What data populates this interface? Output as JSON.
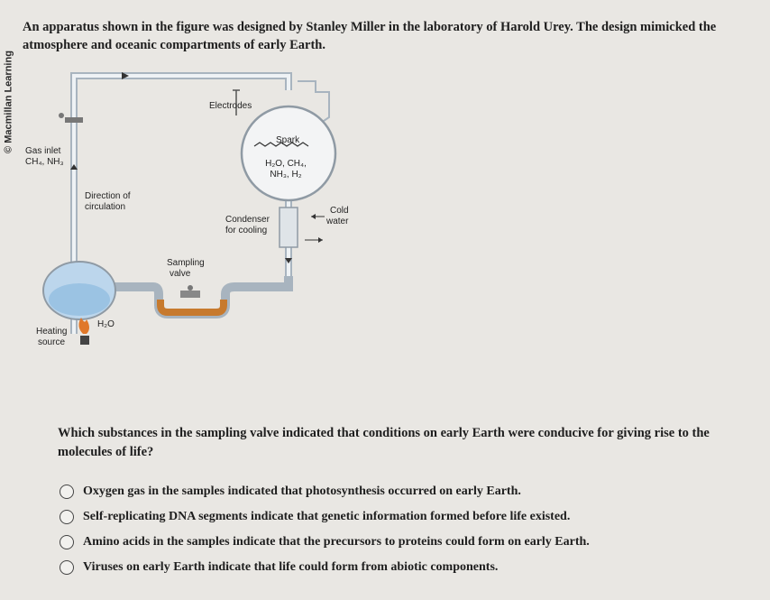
{
  "intro": "An apparatus shown in the figure was designed by Stanley Miller in the laboratory of Harold Urey. The design mimicked the atmosphere and oceanic compartments of early Earth.",
  "copyright": "© Macmillan Learning",
  "figure": {
    "electrodes": "Electrodes",
    "spark": "Spark",
    "gases_line1": "H₂O, CH₄,",
    "gases_line2": "NH₃, H₂",
    "gas_inlet": "Gas inlet",
    "gas_inlet_gases": "CH₄, NH₃",
    "direction_line1": "Direction of",
    "direction_line2": "circulation",
    "condenser_line1": "Condenser",
    "condenser_line2": "for cooling",
    "cold_line1": "Cold",
    "cold_line2": "water",
    "sampling_line1": "Sampling",
    "sampling_line2": "valve",
    "heating_line1": "Heating",
    "heating_line2": "source",
    "water": "H₂O"
  },
  "question": "Which substances in the sampling valve indicated that conditions on early Earth were conducive for giving rise to the molecules of life?",
  "options": [
    "Oxygen gas in the samples indicated that photosynthesis occurred on early Earth.",
    "Self-replicating DNA segments indicate that genetic information formed before life existed.",
    "Amino acids in the samples indicate that the precursors to proteins could form on early Earth.",
    "Viruses on early Earth indicate that life could form from abiotic components."
  ]
}
